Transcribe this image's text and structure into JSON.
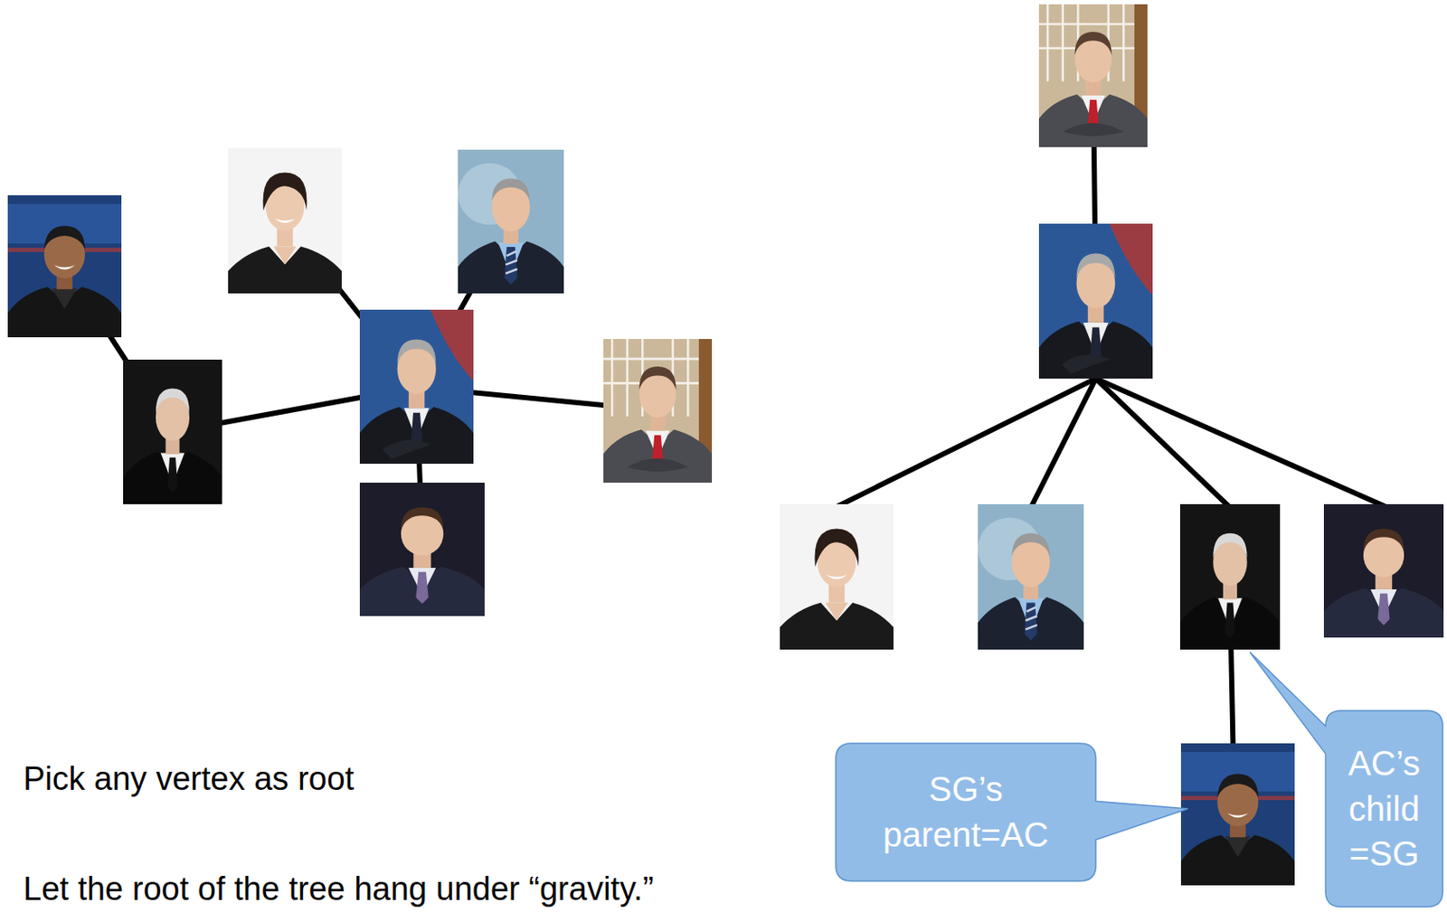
{
  "diagram": {
    "nodes": [
      {
        "text": [
          "SG’s parent=AC"
        ]
      },
      {
        "text": [
          "AC’s child =SG"
        ]
      }
    ],
    "labels": [
      "Pick any vertex as root",
      "Let the root of the tree hang under “gravity.”"
    ]
  }
}
